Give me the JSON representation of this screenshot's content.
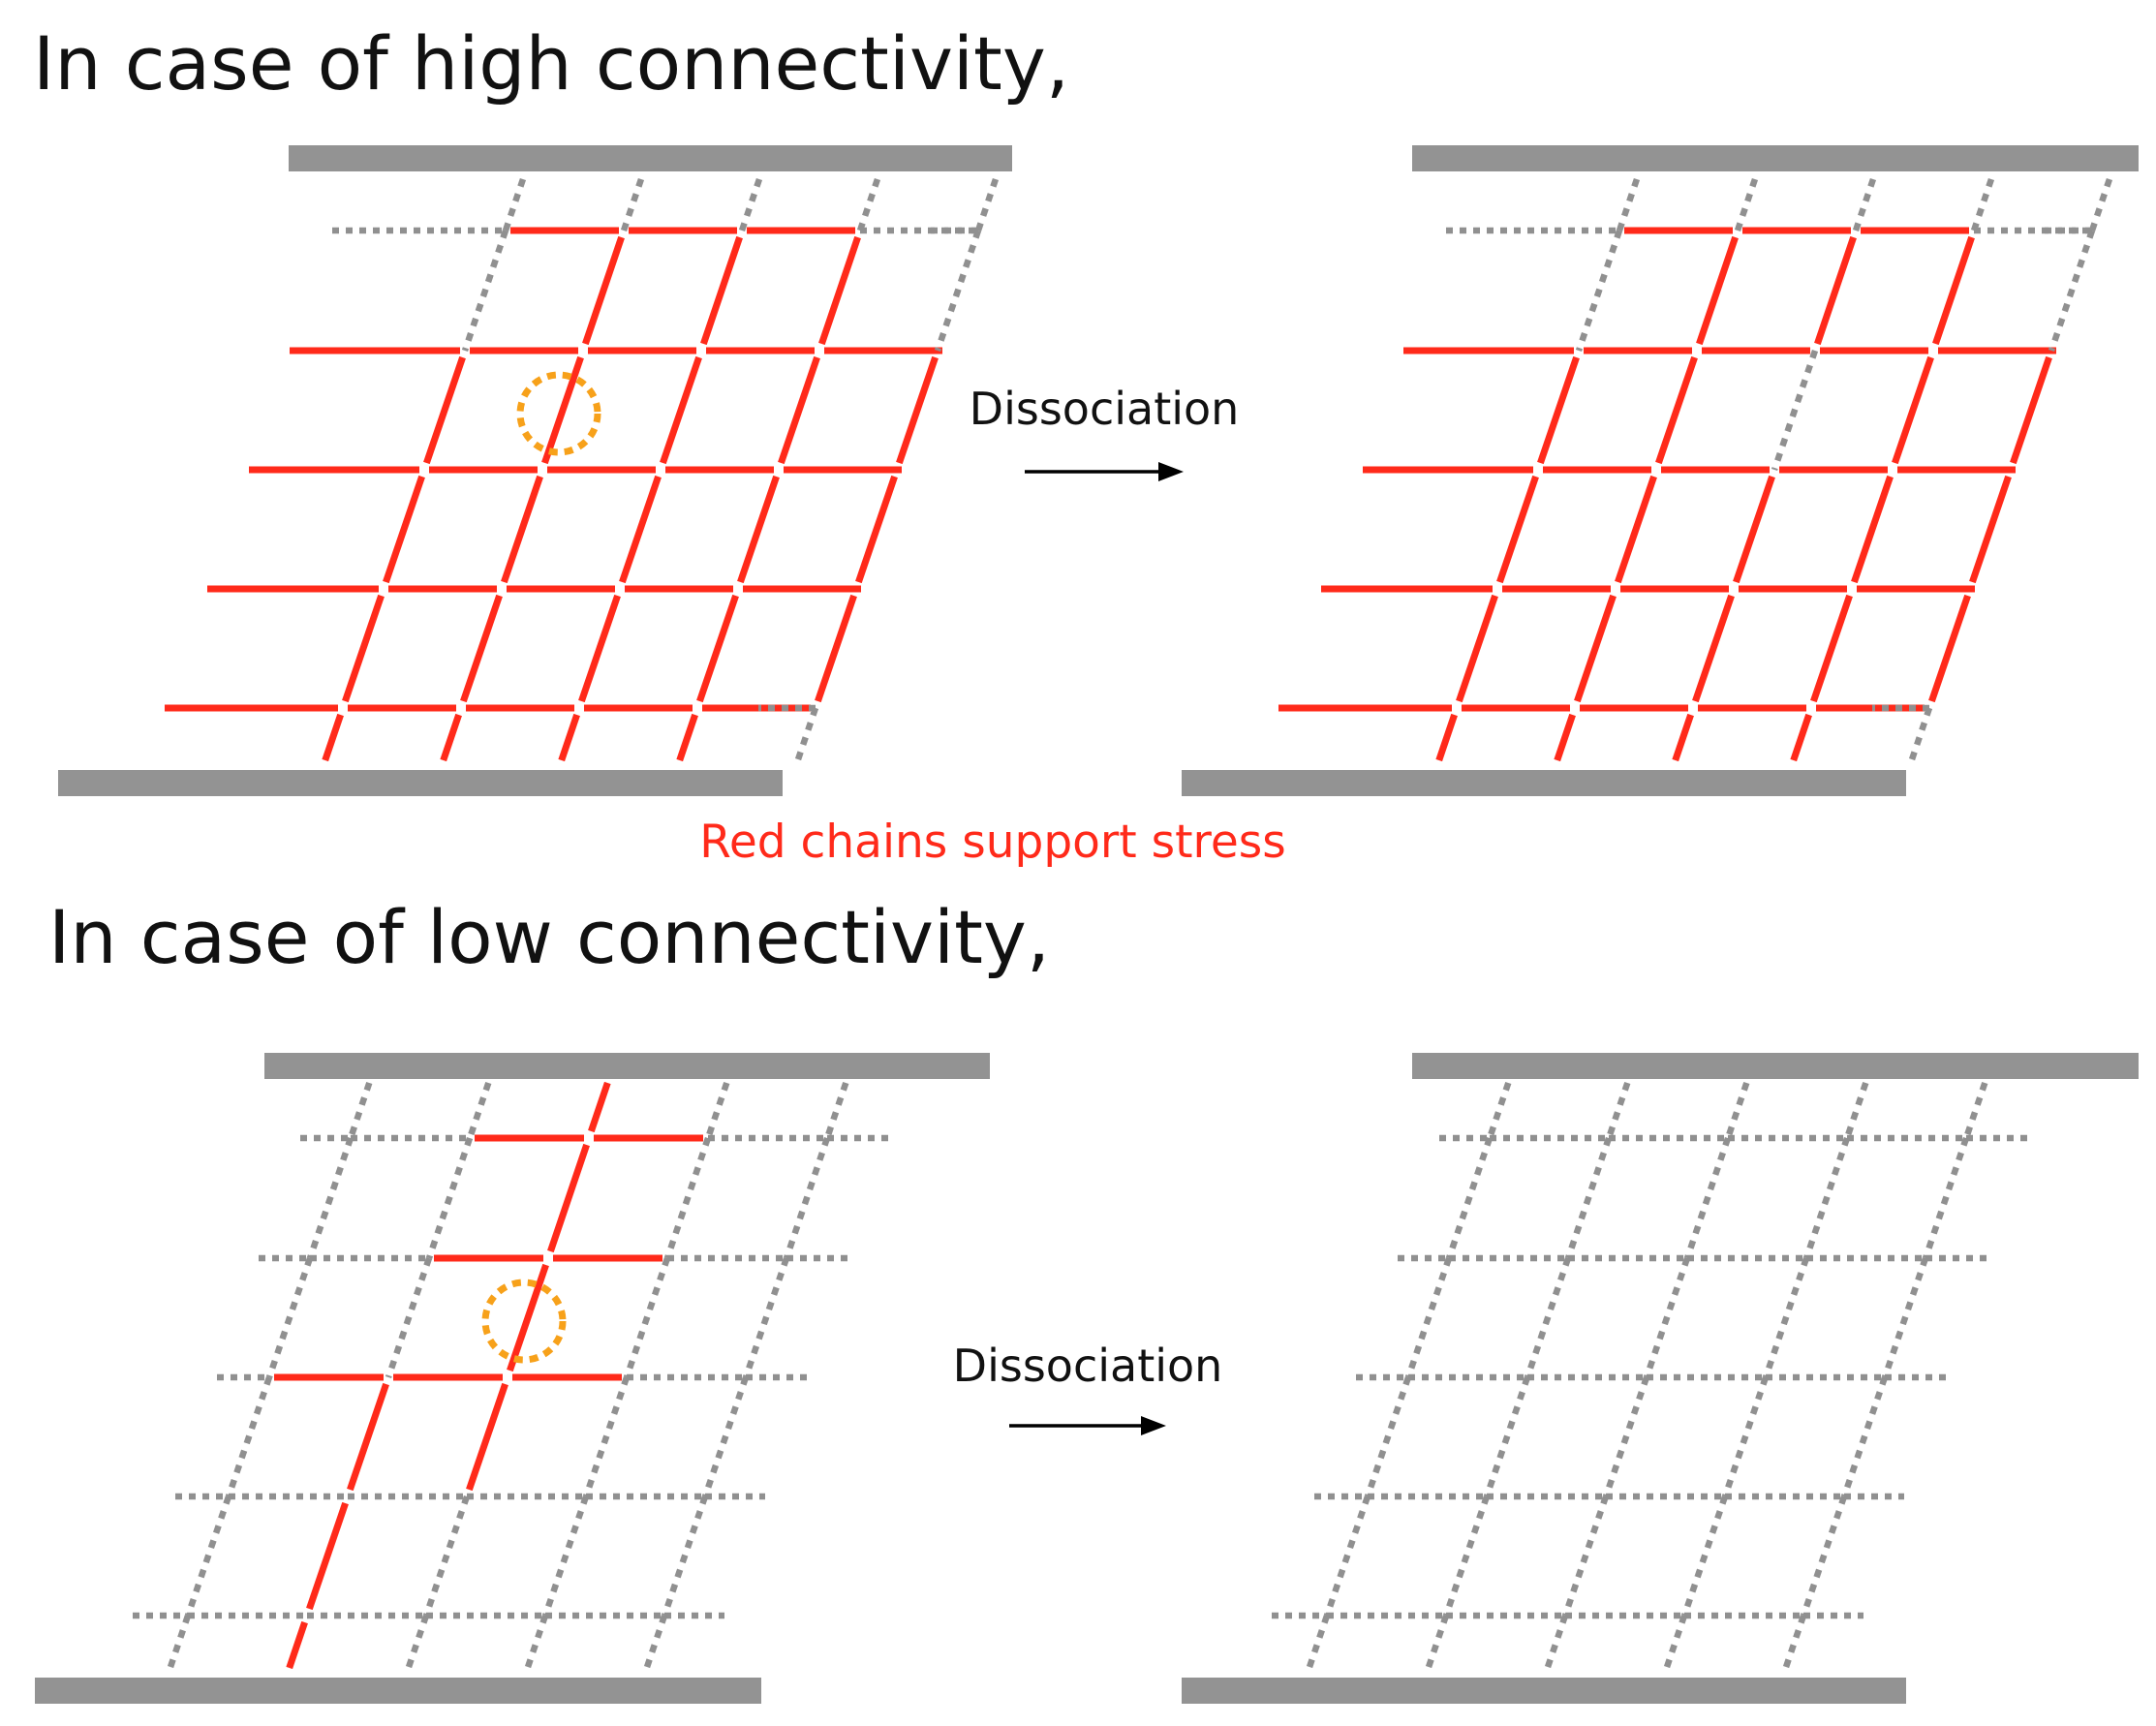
{
  "colors": {
    "stress_chain": "#ff2a1a",
    "inactive_chain": "#909090",
    "plate": "#939393",
    "dissociation_marker": "#f7a11a",
    "text": "#111111"
  },
  "top": {
    "heading": "In case of high connectivity,",
    "arrow_label": "Dissociation",
    "caption": "Red chains support stress"
  },
  "bottom": {
    "heading": "In case of low connectivity,",
    "arrow_label": "Dissociation"
  }
}
